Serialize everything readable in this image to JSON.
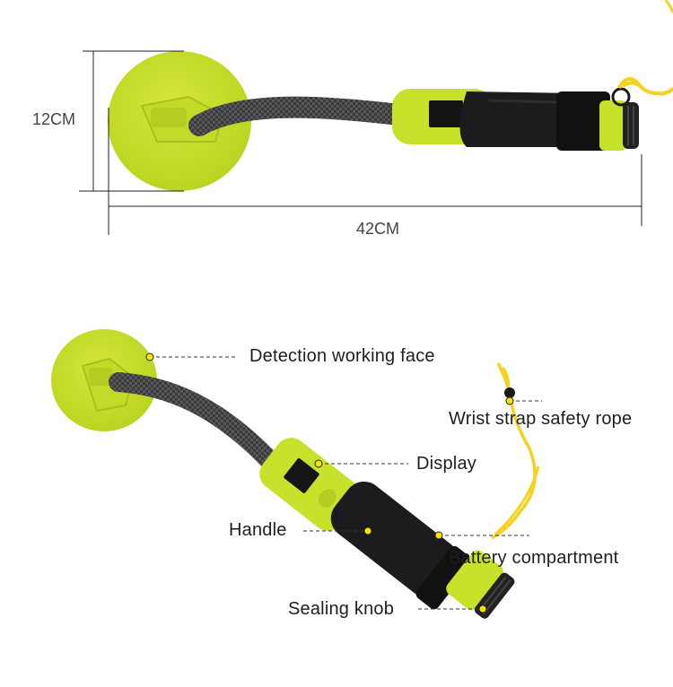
{
  "dimensions": {
    "height_label": "12CM",
    "length_label": "42CM"
  },
  "callouts": {
    "detection_face": "Detection working face",
    "wrist_strap": "Wrist strap safety rope",
    "display": "Display",
    "handle": "Handle",
    "battery": "Battery compartment",
    "sealing_knob": "Sealing knob"
  },
  "colors": {
    "body_lime": "#c8e12a",
    "lime_shade": "#aac31c",
    "handle_black": "#1c1c1e",
    "rope_yellow": "#f5d21e",
    "marker_yellow": "#f7e400"
  }
}
